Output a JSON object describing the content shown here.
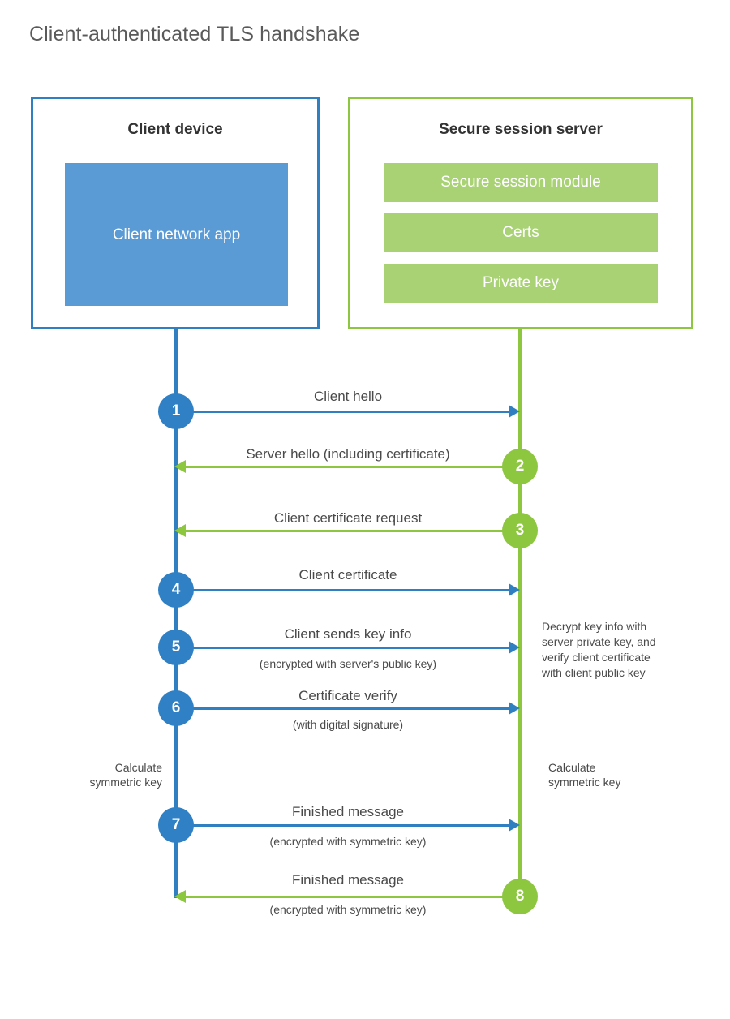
{
  "title": "Client-authenticated TLS handshake",
  "colors": {
    "client_accent": "#2f7fc1",
    "client_fill": "#5b9bd5",
    "server_accent": "#8dc63f",
    "server_fill": "#a9d275",
    "badge_blue": "#2f80c4",
    "badge_green": "#8dc63f",
    "text": "#4a4a4a",
    "background": "#ffffff"
  },
  "client": {
    "title": "Client device",
    "app_label": "Client network app"
  },
  "server": {
    "title": "Secure session server",
    "rows": [
      {
        "label": "Secure session module"
      },
      {
        "label": "Certs"
      },
      {
        "label": "Private key"
      }
    ]
  },
  "messages": [
    {
      "number": "1",
      "label": "Client hello",
      "sublabel": "",
      "direction": "client-to-server",
      "color": "blue"
    },
    {
      "number": "2",
      "label": "Server hello (including certificate)",
      "sublabel": "",
      "direction": "server-to-client",
      "color": "green"
    },
    {
      "number": "3",
      "label": "Client certificate request",
      "sublabel": "",
      "direction": "server-to-client",
      "color": "green"
    },
    {
      "number": "4",
      "label": "Client certificate",
      "sublabel": "",
      "direction": "client-to-server",
      "color": "blue"
    },
    {
      "number": "5",
      "label": "Client sends key info",
      "sublabel": "(encrypted with server's public key)",
      "direction": "client-to-server",
      "color": "blue"
    },
    {
      "number": "6",
      "label": "Certificate verify",
      "sublabel": "(with digital signature)",
      "direction": "client-to-server",
      "color": "blue"
    },
    {
      "number": "7",
      "label": "Finished message",
      "sublabel": "(encrypted with symmetric key)",
      "direction": "client-to-server",
      "color": "blue"
    },
    {
      "number": "8",
      "label": "Finished message",
      "sublabel": "(encrypted with symmetric key)",
      "direction": "server-to-client",
      "color": "green"
    }
  ],
  "annotations": {
    "server_decrypt": {
      "lines": [
        "Decrypt key info with",
        "server private key, and",
        "verify client certificate",
        "with client public key"
      ]
    },
    "client_calculate": {
      "lines": [
        "Calculate",
        "symmetric key"
      ]
    },
    "server_calculate": {
      "lines": [
        "Calculate",
        "symmetric key"
      ]
    }
  }
}
